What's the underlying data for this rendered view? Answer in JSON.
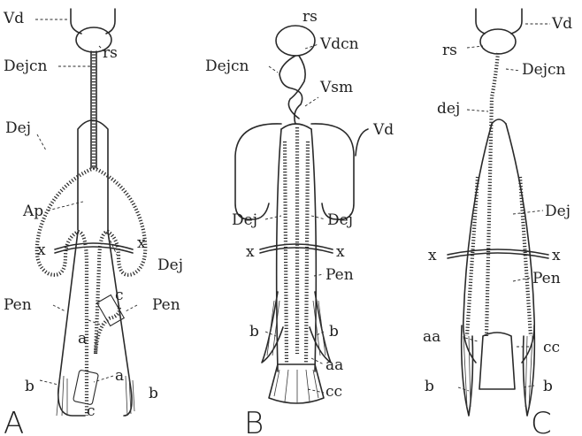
{
  "figure": {
    "panels": [
      {
        "id": "A",
        "label": "A"
      },
      {
        "id": "B",
        "label": "B"
      },
      {
        "id": "C",
        "label": "C"
      }
    ],
    "labels": {
      "A": {
        "vd": "Vd",
        "rs": "rs",
        "dejcn": "Dejcn",
        "dej_top": "Dej",
        "ap": "Ap",
        "x_left": "x",
        "x_right": "x",
        "dej": "Dej",
        "c_top": "c",
        "pen_left": "Pen",
        "pen_right": "Pen",
        "a_mid": "a",
        "b_left": "b",
        "a_low": "a",
        "c_low": "c",
        "b_right": "b"
      },
      "B": {
        "rs": "rs",
        "vdcn": "Vdcn",
        "dejcn": "Dejcn",
        "vsm": "Vsm",
        "vd": "Vd",
        "dej_left": "Dej",
        "dej_right": "Dej",
        "x_left": "x",
        "x_right": "x",
        "pen": "Pen",
        "b_left": "b",
        "b_right": "b",
        "aa": "aa",
        "cc": "cc"
      },
      "C": {
        "vd": "Vd",
        "rs": "rs",
        "dejcn": "Dejcn",
        "dej_small": "dej",
        "dej": "Dej",
        "x_left": "x",
        "x_right": "x",
        "pen": "Pen",
        "aa": "aa",
        "cc": "cc",
        "b_left": "b",
        "b_right": "b"
      }
    }
  }
}
